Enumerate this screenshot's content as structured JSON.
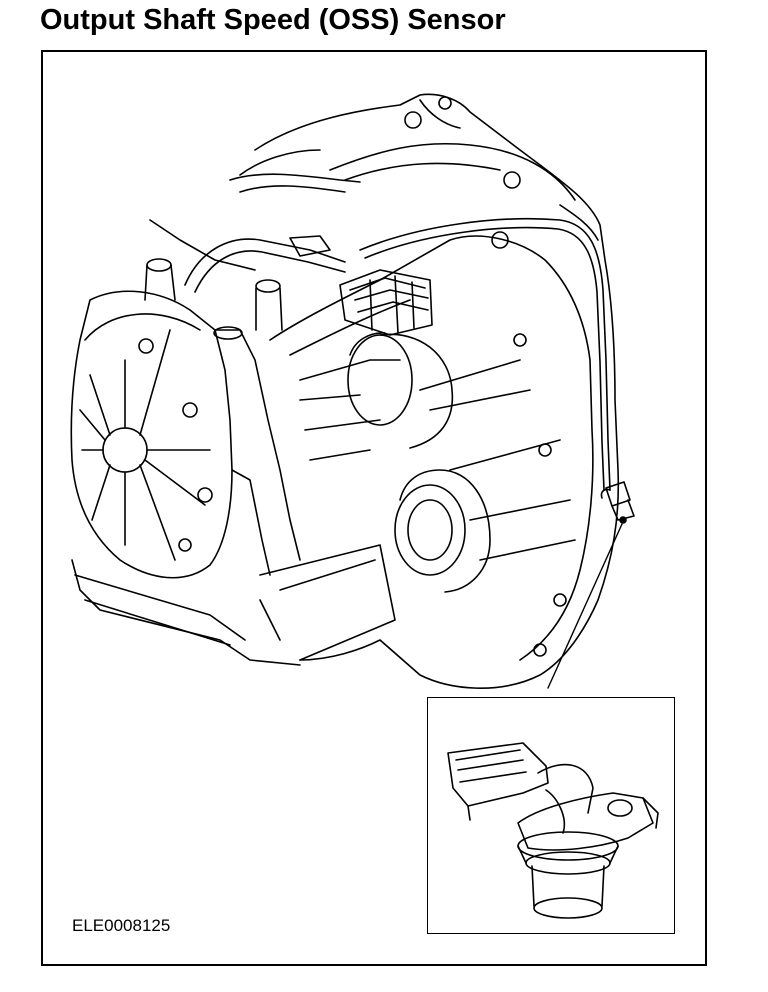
{
  "title": "Output Shaft Speed (OSS) Sensor",
  "figure": {
    "reference_code": "ELE0008125",
    "illustration": "transmission-housing-with-oss-sensor",
    "inset": "oss-sensor-detail"
  }
}
